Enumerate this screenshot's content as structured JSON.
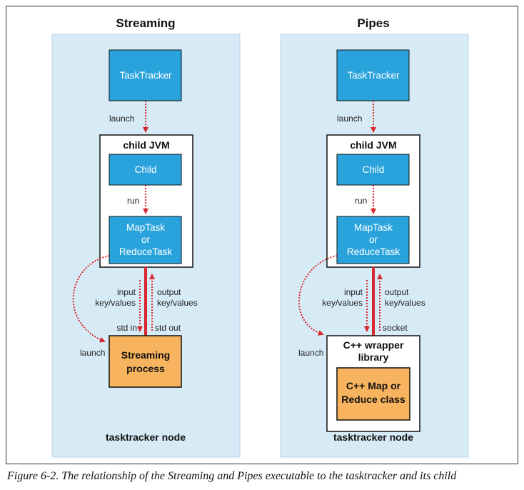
{
  "streaming": {
    "title": "Streaming",
    "tasktracker": "TaskTracker",
    "launch_top": "launch",
    "child_jvm": "child JVM",
    "child": "Child",
    "run": "run",
    "maptask_lines": [
      "MapTask",
      "or",
      "ReduceTask"
    ],
    "input_lines": [
      "input",
      "key/values"
    ],
    "output_lines": [
      "output",
      "key/values"
    ],
    "std_in": "std in",
    "std_out": "std out",
    "launch_side": "launch",
    "process_lines": [
      "Streaming",
      "process"
    ],
    "node": "tasktracker node"
  },
  "pipes": {
    "title": "Pipes",
    "tasktracker": "TaskTracker",
    "launch_top": "launch",
    "child_jvm": "child JVM",
    "child": "Child",
    "run": "run",
    "maptask_lines": [
      "MapTask",
      "or",
      "ReduceTask"
    ],
    "input_lines": [
      "input",
      "key/values"
    ],
    "output_lines": [
      "output",
      "key/values"
    ],
    "socket": "socket",
    "launch_side": "launch",
    "wrapper_lines": [
      "C++ wrapper",
      "library"
    ],
    "class_lines": [
      "C++ Map or",
      "Reduce class"
    ],
    "node": "tasktracker node"
  },
  "caption": "Figure 6-2. The relationship of the Streaming and Pipes executable to the tasktracker and its child",
  "colors": {
    "panel_bg": "#d7ebf6",
    "blue_box": "#2aa3dc",
    "orange_box": "#f8b35e",
    "arrow_red": "#d7282f"
  }
}
